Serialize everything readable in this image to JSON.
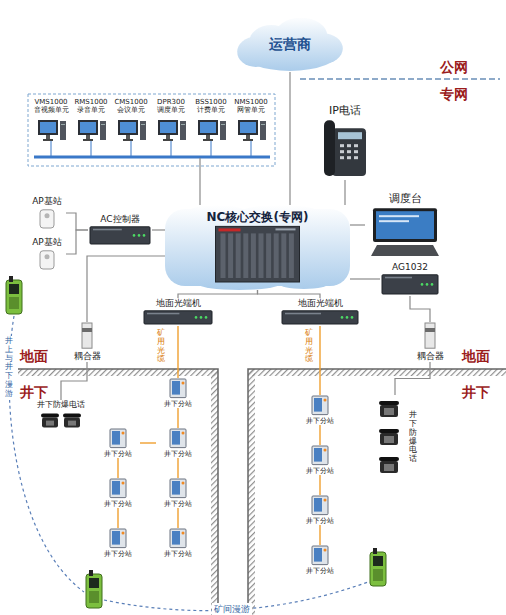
{
  "diagram": {
    "nodes": [
      {
        "text": [
          "运营商"
        ]
      },
      {
        "text": [
          "NC核心交换(专网)"
        ]
      },
      {
        "text": [
          "IP电话"
        ]
      },
      {
        "text": [
          "调度台"
        ]
      },
      {
        "text": [
          "AG1032"
        ]
      },
      {
        "text": [
          "AC控制器"
        ]
      },
      {
        "text": [
          "AP基站"
        ]
      },
      {
        "text": [
          "AP基站"
        ]
      },
      {
        "text": [
          "地面光端机"
        ]
      },
      {
        "text": [
          "地面光端机"
        ]
      },
      {
        "text": [
          "耦合器"
        ]
      },
      {
        "text": [
          "耦合器"
        ]
      },
      {
        "text": [
          "井下防爆电话"
        ]
      },
      {
        "text": [
          "井下防爆电话"
        ]
      },
      {
        "text": [
          "井下分站"
        ]
      },
      {
        "text": [
          "井下分站"
        ]
      },
      {
        "text": [
          "井下分站"
        ]
      },
      {
        "text": [
          "井下分站"
        ]
      },
      {
        "text": [
          "井下分站"
        ]
      },
      {
        "text": [
          "井下分站"
        ]
      },
      {
        "text": [
          "井下分站"
        ]
      },
      {
        "text": [
          "井下分站"
        ]
      },
      {
        "text": [
          "井下分站"
        ]
      },
      {
        "text": [
          "井下分站"
        ]
      },
      {
        "text": [
          "井下分站"
        ]
      }
    ],
    "edges": [
      {
        "from": 1,
        "to": 0,
        "arrow": "none"
      },
      {
        "from": 1,
        "to": 2,
        "arrow": "none"
      },
      {
        "from": 1,
        "to": 3,
        "arrow": "none"
      },
      {
        "from": 1,
        "to": 4,
        "arrow": "none"
      },
      {
        "from": 1,
        "to": 5,
        "arrow": "none"
      },
      {
        "from": 5,
        "to": 6,
        "arrow": "none"
      },
      {
        "from": 5,
        "to": 7,
        "arrow": "none"
      },
      {
        "from": 1,
        "to": 8,
        "arrow": "none"
      },
      {
        "from": 1,
        "to": 9,
        "arrow": "none"
      },
      {
        "from": 1,
        "to": 10,
        "arrow": "none"
      },
      {
        "from": 4,
        "to": 11,
        "arrow": "none"
      },
      {
        "from": 10,
        "to": 12,
        "arrow": "none"
      },
      {
        "from": 11,
        "to": 13,
        "arrow": "none"
      },
      {
        "from": 8,
        "to": 14,
        "arrow": "none"
      },
      {
        "from": 14,
        "to": 15,
        "arrow": "none"
      },
      {
        "from": 15,
        "to": 16,
        "arrow": "none"
      },
      {
        "from": 16,
        "to": 17,
        "arrow": "none"
      },
      {
        "from": 15,
        "to": 18,
        "arrow": "none"
      },
      {
        "from": 18,
        "to": 19,
        "arrow": "none"
      },
      {
        "from": 19,
        "to": 20,
        "arrow": "none"
      },
      {
        "from": 9,
        "to": 21,
        "arrow": "none"
      },
      {
        "from": 21,
        "to": 22,
        "arrow": "none"
      },
      {
        "from": 22,
        "to": 23,
        "arrow": "none"
      },
      {
        "from": 23,
        "to": 24,
        "arrow": "none"
      }
    ],
    "labels": [
      "公网",
      "专网",
      "VMS1000 音视频单元",
      "RMS1000 录音单元",
      "CMS1000 会议单元",
      "DPR300 调度单元",
      "BSS1000 计费单元",
      "NMS1000 网管单元",
      "地面",
      "井下",
      "地面",
      "井下",
      "矿用光缆",
      "矿用光缆",
      "井上与井下漫游",
      "矿间漫游"
    ]
  }
}
